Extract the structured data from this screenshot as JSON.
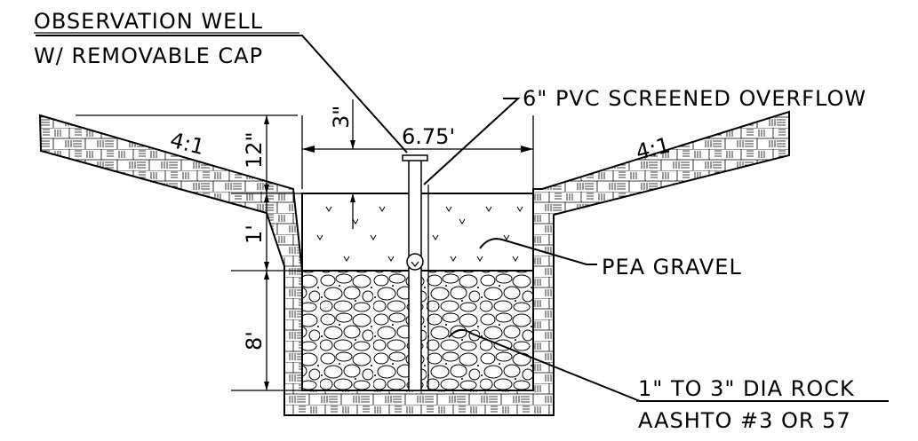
{
  "labels": {
    "observation_well_line1": "OBSERVATION WELL",
    "observation_well_line2": "W/ REMOVABLE CAP",
    "overflow": "6\" PVC SCREENED OVERFLOW",
    "pea_gravel": "PEA GRAVEL",
    "rock_line1": "1\" TO 3\" DIA ROCK",
    "rock_line2": "AASHTO #3 OR 57"
  },
  "dimensions": {
    "width": "6.75'",
    "freeboard_3in": "3\"",
    "freeboard_12in": "12\"",
    "pea_gravel_depth": "1'",
    "rock_depth": "8'",
    "slope_left": "4:1",
    "slope_right": "4:1"
  },
  "colors": {
    "line": "#000000",
    "background": "#ffffff"
  }
}
